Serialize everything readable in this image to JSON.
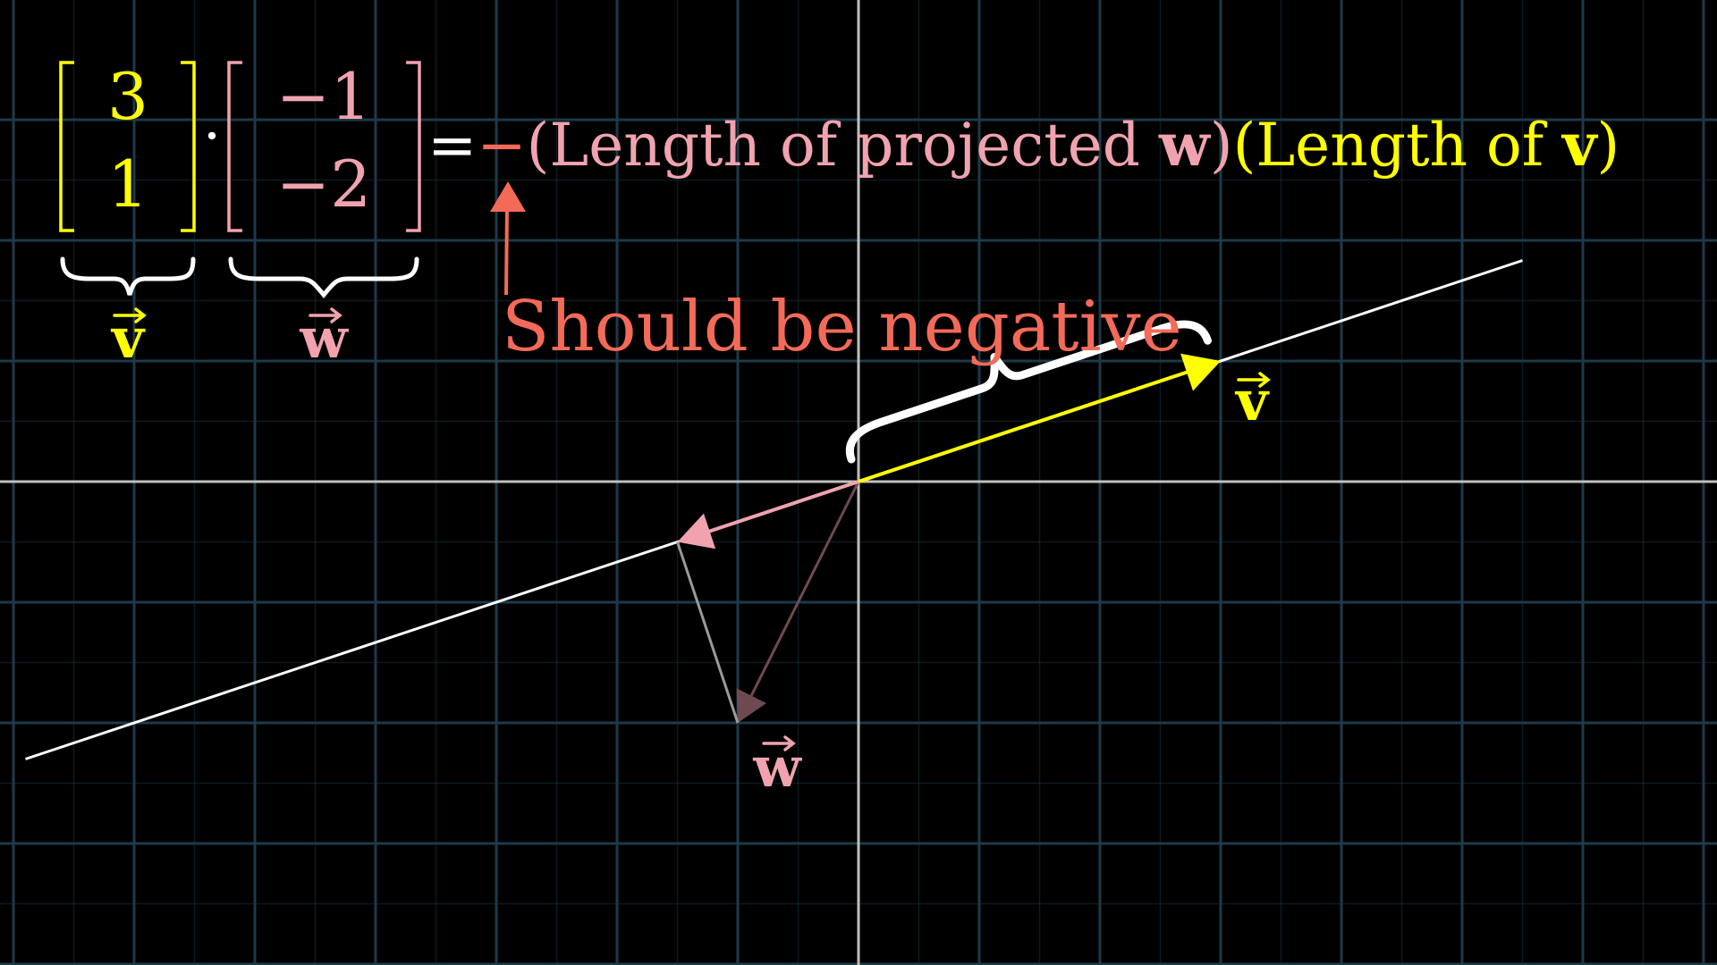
{
  "colors": {
    "background": "#000000",
    "grid": "#1d3a4a",
    "axis": "#bfbfbf",
    "v": "#ffff00",
    "w": "#f0a3ae",
    "w_dim": "#6e4a50",
    "projection_line": "#ffffff",
    "annotation": "#f46a59",
    "brace": "#ffffff"
  },
  "equation": {
    "v_components": [
      "3",
      "1"
    ],
    "w_components": [
      "−1",
      "−2"
    ],
    "dot": "·",
    "equals": "=",
    "minus": "−",
    "term_open": "(Length of projected ",
    "w_symbol": "w",
    "term_close": ")",
    "term2_open": "(Length of ",
    "v_symbol": "v",
    "term2_close": ")"
  },
  "labels": {
    "v_under_matrix": "v",
    "w_under_matrix": "w",
    "v_vector": "v",
    "w_vector": "w",
    "annotation": "Should be negative"
  },
  "vectors": {
    "v": [
      3,
      1
    ],
    "w": [
      -1,
      -2
    ],
    "w_projection": [
      -1.5,
      -0.5
    ]
  },
  "icons": {
    "annotation_arrow": "up-arrow-icon",
    "vector_arrow": "arrowhead-icon",
    "vec_accent": "right-arrow-accent-icon",
    "brace": "curly-brace-icon"
  }
}
